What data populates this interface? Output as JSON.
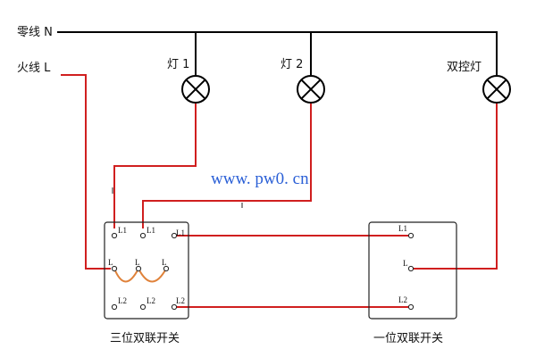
{
  "labels": {
    "neutral": "零线 N",
    "live": "火线 L",
    "lamp1": "灯 1",
    "lamp2": "灯 2",
    "lamp3": "双控灯",
    "watermark": "www. pw0. cn",
    "switch_three": "三位双联开关",
    "switch_one": "一位双联开关"
  },
  "terminals": {
    "three_l1_a": "L1",
    "three_l1_b": "L1",
    "three_l1_c": "L1",
    "three_l_a": "L",
    "three_l_b": "L",
    "three_l_c": "L",
    "three_l2_a": "L2",
    "three_l2_b": "L2",
    "three_l2_c": "L2",
    "one_l1": "L1",
    "one_l": "L",
    "one_l2": "L2"
  },
  "colors": {
    "neutral_wire": "#000000",
    "live_wire": "#d01f1f",
    "jumper_wire": "#e0823a",
    "watermark": "#2a5fd6"
  },
  "icons": [
    "lamp-icon",
    "screw-terminal-icon"
  ]
}
